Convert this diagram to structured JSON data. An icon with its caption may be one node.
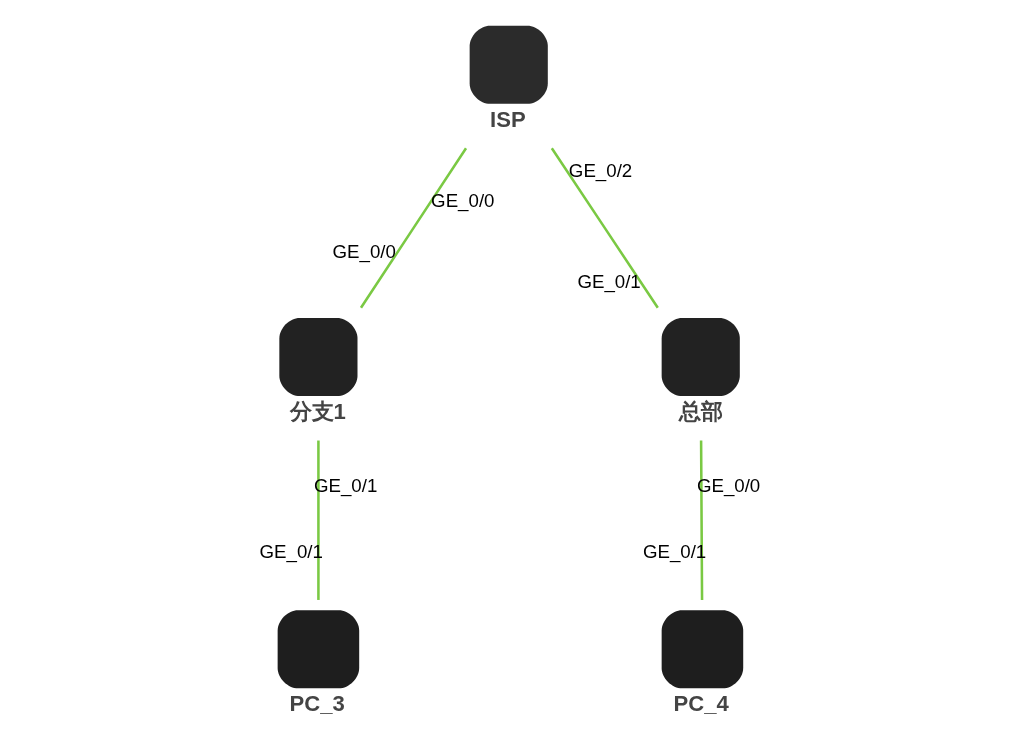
{
  "diagram": {
    "nodes": [
      {
        "text": [
          "ISP"
        ]
      },
      {
        "text": [
          "分支1"
        ]
      },
      {
        "text": [
          "总部"
        ]
      },
      {
        "text": [
          "PC_3"
        ]
      },
      {
        "text": [
          "PC_4"
        ]
      }
    ],
    "edges": [
      {
        "from": 0,
        "to": 1,
        "arrow": "none"
      },
      {
        "from": 0,
        "to": 2,
        "arrow": "none"
      },
      {
        "from": 1,
        "to": 3,
        "arrow": "none"
      },
      {
        "from": 2,
        "to": 4,
        "arrow": "none"
      }
    ],
    "labels": [
      "GE_0/0",
      "GE_0/0",
      "GE_0/2",
      "GE_0/1",
      "GE_0/1",
      "GE_0/1",
      "GE_0/0",
      "GE_0/1"
    ]
  }
}
